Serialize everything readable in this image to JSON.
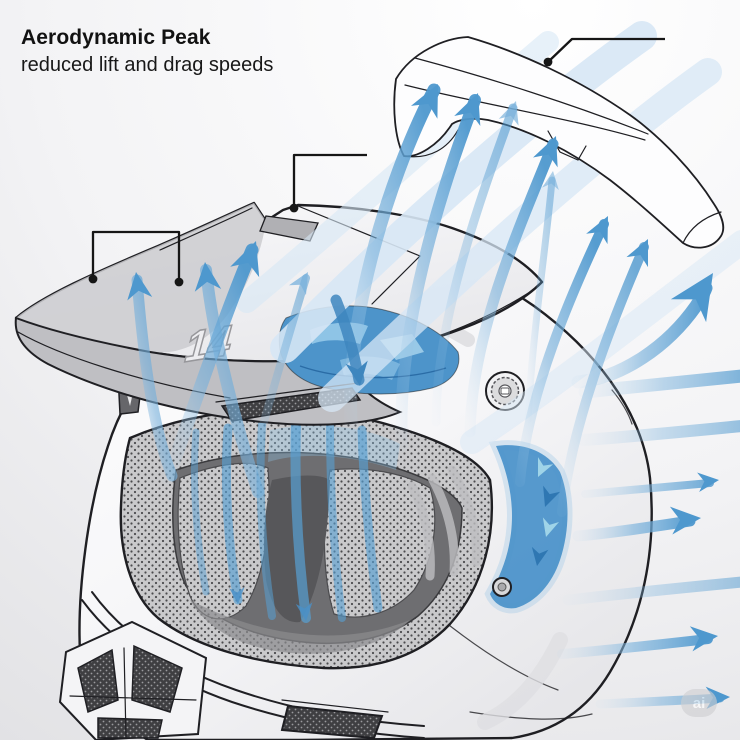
{
  "header": {
    "title": "Aerodynamic Peak",
    "subtitle": "reduced lift and drag speeds"
  },
  "helmet_logo": "14",
  "watermark": {
    "label": "ai"
  },
  "colors": {
    "outline": "#1f1f23",
    "callout": "#161616",
    "title_text": "#121212",
    "shell_white": "#fdfdfe",
    "shell_shade": "#c7c7ca",
    "interior_dark": "#6e6e71",
    "pad_gray": "#c9c9cb",
    "arrow_blue": "#4e98ce",
    "arrow_blue_mid": "#7ab2dc",
    "arrow_blue_light": "#aecfe8",
    "band_blue": "#d7e7f5",
    "vent_blue": "#4d94ca",
    "vent_blue_dark": "#2f77b2",
    "vent_cyan": "#9fd4e8",
    "background_top": "#ffffff",
    "background_bottom": "#e0e0e3",
    "watermark_bg": "#cfcfd2",
    "watermark_text": "#ffffff"
  }
}
